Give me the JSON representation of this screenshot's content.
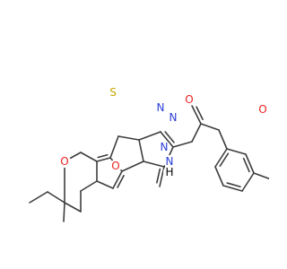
{
  "colors": {
    "bond": "#3d3d3d",
    "S": "#c7a600",
    "O": "#e8231f",
    "N": "#2a3fd6",
    "background": "#ffffff"
  },
  "atoms": {
    "S1": "S",
    "O1": "O",
    "O2": "O",
    "O3": "O",
    "O4": "O",
    "N1": "N",
    "N2": "N",
    "N3": "N",
    "N4": "N",
    "H1": "H"
  }
}
